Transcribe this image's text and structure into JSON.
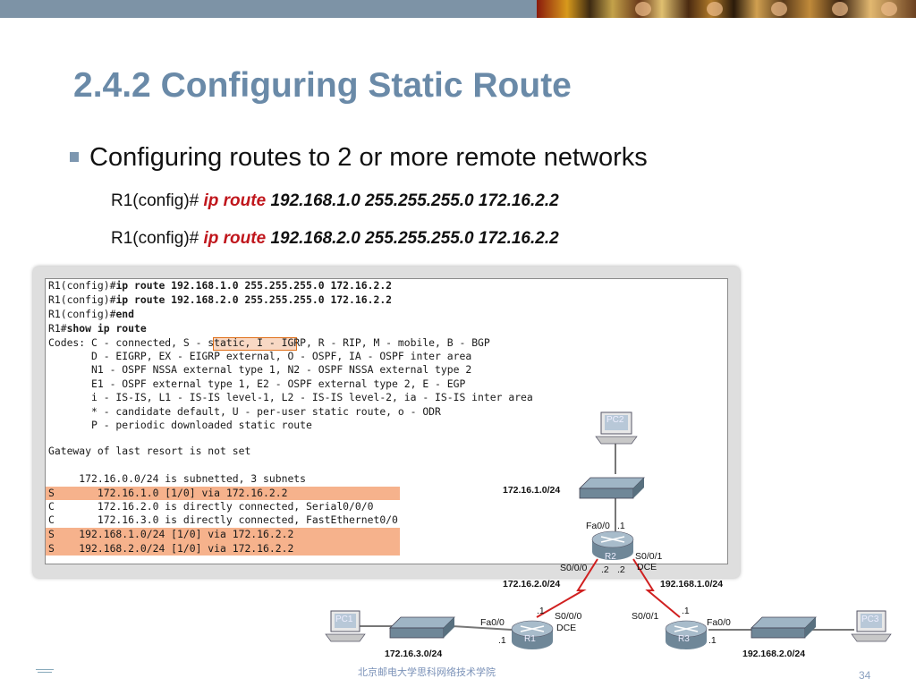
{
  "slide": {
    "title": "2.4.2 Configuring Static Route",
    "bullet": "Configuring routes to 2 or more remote networks",
    "commands": [
      {
        "prompt": "R1(config)# ",
        "keyword": "ip route",
        "args": " 192.168.1.0 255.255.255.0 172.16.2.2"
      },
      {
        "prompt": "R1(config)# ",
        "keyword": "ip route",
        "args": " 192.168.2.0 255.255.255.0 172.16.2.2"
      }
    ]
  },
  "terminal": {
    "lines": [
      {
        "prompt": "R1(config)#",
        "cmd": "ip route 192.168.1.0 255.255.255.0 172.16.2.2"
      },
      {
        "prompt": "R1(config)#",
        "cmd": "ip route 192.168.2.0 255.255.255.0 172.16.2.2"
      },
      {
        "prompt": "R1(config)#",
        "cmd": "end"
      },
      {
        "prompt": "R1#",
        "cmd": "show ip route"
      }
    ],
    "codes_prefix": "Codes: C - connected, ",
    "codes_highlight": "S - static,",
    "codes_suffix": " I - IGRP, R - RIP, M - mobile, B - BGP",
    "codes_more": [
      "       D - EIGRP, EX - EIGRP external, O - OSPF, IA - OSPF inter area",
      "       N1 - OSPF NSSA external type 1, N2 - OSPF NSSA external type 2",
      "       E1 - OSPF external type 1, E2 - OSPF external type 2, E - EGP",
      "       i - IS-IS, L1 - IS-IS level-1, L2 - IS-IS level-2, ia - IS-IS inter area",
      "       * - candidate default, U - per-user static route, o - ODR",
      "       P - periodic downloaded static route"
    ],
    "gateway": "Gateway of last resort is not set",
    "subnetted": "     172.16.0.0/24 is subnetted, 3 subnets",
    "routes": [
      "S       172.16.1.0 [1/0] via 172.16.2.2",
      "C       172.16.2.0 is directly connected, Serial0/0/0",
      "C       172.16.3.0 is directly connected, FastEthernet0/0",
      "S    192.168.1.0/24 [1/0] via 172.16.2.2",
      "S    192.168.2.0/24 [1/0] via 172.16.2.2"
    ]
  },
  "topology": {
    "net_top": "172.16.1.0/24",
    "net_left_wan": "172.16.2.0/24",
    "net_right_wan": "192.168.1.0/24",
    "net_left_lan": "172.16.3.0/24",
    "net_right_lan": "192.168.2.0/24",
    "r2": {
      "name": "R2",
      "fa": "Fa0/0",
      "fa_ip": ".1",
      "s001": "S0/0/1",
      "dce": "DCE",
      "s000": "S0/0/0",
      "ip_a": ".2",
      "ip_b": ".2"
    },
    "r1": {
      "name": "R1",
      "fa": "Fa0/0",
      "fa_ip": ".1",
      "s000": "S0/0/0",
      "dce": "DCE",
      "s_ip": ".1"
    },
    "r3": {
      "name": "R3",
      "s001": "S0/0/1",
      "fa": "Fa0/0",
      "fa_ip": ".1",
      "s_ip": ".1"
    },
    "pcs": [
      "PC2",
      "PC1",
      "PC3"
    ]
  },
  "footer": {
    "text": "北京邮电大学思科网络技术学院",
    "page": "34"
  },
  "colors": {
    "title": "#6a8aa8",
    "topbar": "#7d93a6",
    "keyword": "#c0161c",
    "highlight": "#f6b28c",
    "wan_link": "#d02020"
  }
}
